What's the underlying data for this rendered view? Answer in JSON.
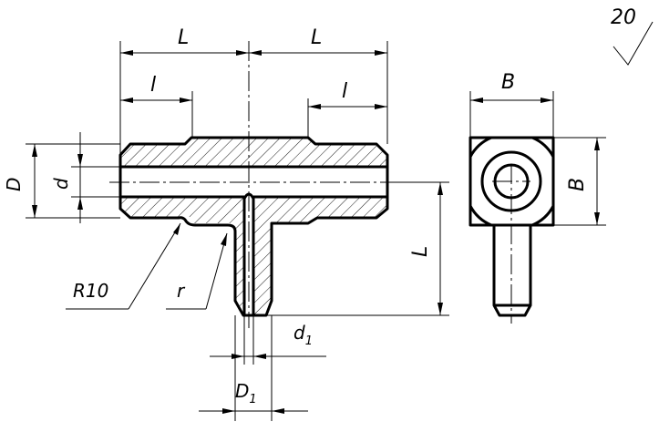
{
  "drawing": {
    "roughness": "20",
    "labels": {
      "L_left": "L",
      "L_right": "L",
      "l_left": "l",
      "l_right": "l",
      "D": "D",
      "d": "d",
      "L_vertical": "L",
      "R10": "R10",
      "r": "r",
      "d1_main": "d",
      "d1_sub": "1",
      "D1_main": "D",
      "D1_sub": "1",
      "B_top": "B",
      "B_side": "B"
    }
  }
}
